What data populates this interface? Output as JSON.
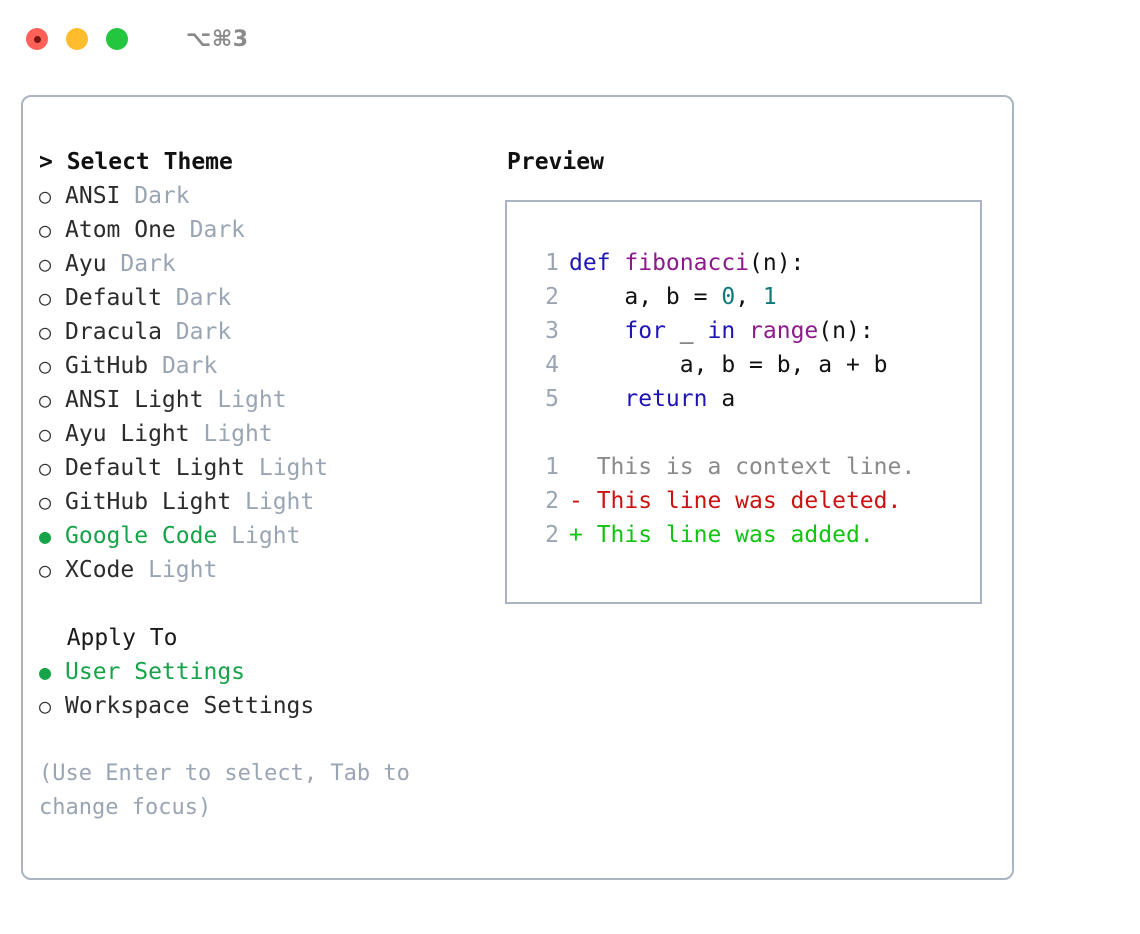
{
  "window": {
    "shortcut": "⌥⌘3",
    "traffic_lights": [
      "close",
      "minimize",
      "maximize"
    ],
    "colors": {
      "close": "#ff6159",
      "minimize": "#ffbd2e",
      "maximize": "#25c63f",
      "panel_border": "#aab4c2",
      "accent_green": "#16a34a",
      "muted": "#9aa5b4"
    }
  },
  "theme_section": {
    "header": "> Select Theme",
    "items": [
      {
        "marker": "○",
        "label": "ANSI",
        "badge": "Dark",
        "selected": false
      },
      {
        "marker": "○",
        "label": "Atom One",
        "badge": "Dark",
        "selected": false
      },
      {
        "marker": "○",
        "label": "Ayu",
        "badge": "Dark",
        "selected": false
      },
      {
        "marker": "○",
        "label": "Default",
        "badge": "Dark",
        "selected": false
      },
      {
        "marker": "○",
        "label": "Dracula",
        "badge": "Dark",
        "selected": false
      },
      {
        "marker": "○",
        "label": "GitHub",
        "badge": "Dark",
        "selected": false
      },
      {
        "marker": "○",
        "label": "ANSI Light",
        "badge": "Light",
        "selected": false
      },
      {
        "marker": "○",
        "label": "Ayu Light",
        "badge": "Light",
        "selected": false
      },
      {
        "marker": "○",
        "label": "Default Light",
        "badge": "Light",
        "selected": false
      },
      {
        "marker": "○",
        "label": "GitHub Light",
        "badge": "Light",
        "selected": false
      },
      {
        "marker": "●",
        "label": "Google Code",
        "badge": "Light",
        "selected": true
      },
      {
        "marker": "○",
        "label": "XCode",
        "badge": "Light",
        "selected": false
      }
    ]
  },
  "apply_section": {
    "header": "  Apply To",
    "items": [
      {
        "marker": "●",
        "label": "User Settings",
        "badge": "",
        "selected": true
      },
      {
        "marker": "○",
        "label": "Workspace Settings",
        "badge": "",
        "selected": false
      }
    ]
  },
  "hint": "(Use Enter to select, Tab to change focus)",
  "preview": {
    "title": "Preview",
    "code_lines": [
      {
        "num": "1",
        "tokens": [
          {
            "t": "def ",
            "c": "kw"
          },
          {
            "t": "fibonacci",
            "c": "fn"
          },
          {
            "t": "(n):",
            "c": "pl"
          }
        ]
      },
      {
        "num": "2",
        "tokens": [
          {
            "t": "    a, b = ",
            "c": "pl"
          },
          {
            "t": "0",
            "c": "num"
          },
          {
            "t": ", ",
            "c": "pl"
          },
          {
            "t": "1",
            "c": "num"
          }
        ]
      },
      {
        "num": "3",
        "tokens": [
          {
            "t": "    ",
            "c": "pl"
          },
          {
            "t": "for",
            "c": "kw"
          },
          {
            "t": " _ ",
            "c": "pl"
          },
          {
            "t": "in",
            "c": "kw"
          },
          {
            "t": " ",
            "c": "pl"
          },
          {
            "t": "range",
            "c": "fn"
          },
          {
            "t": "(n):",
            "c": "pl"
          }
        ]
      },
      {
        "num": "4",
        "tokens": [
          {
            "t": "        a, b = b, a + b",
            "c": "pl"
          }
        ]
      },
      {
        "num": "5",
        "tokens": [
          {
            "t": "    ",
            "c": "pl"
          },
          {
            "t": "return",
            "c": "kw"
          },
          {
            "t": " a",
            "c": "pl"
          }
        ]
      }
    ],
    "diff_lines": [
      {
        "num": "1",
        "text": "  This is a context line.",
        "kind": "ctx"
      },
      {
        "num": "2",
        "text": "- This line was deleted.",
        "kind": "del"
      },
      {
        "num": "2",
        "text": "+ This line was added.",
        "kind": "add"
      }
    ]
  }
}
